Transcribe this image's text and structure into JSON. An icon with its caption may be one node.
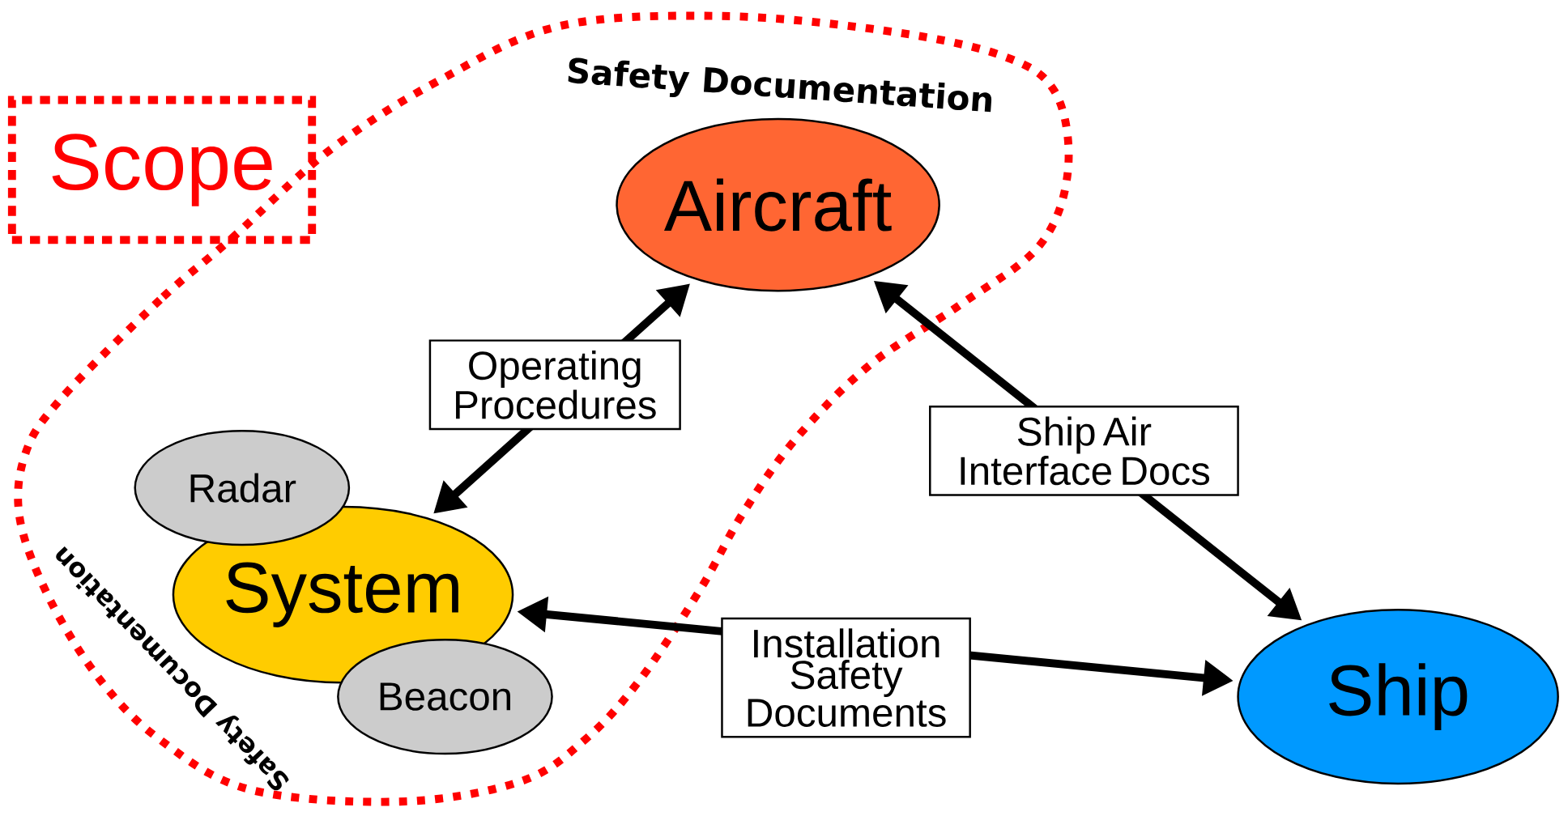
{
  "diagram": {
    "nodes": [
      {
        "text": [
          "Scope"
        ]
      },
      {
        "text": [
          "Safety Documentation",
          "Safety Documentation"
        ]
      },
      {
        "text": [
          "Aircraft"
        ],
        "in": 1
      },
      {
        "text": [
          "System"
        ],
        "in": 1
      },
      {
        "text": [
          "Radar"
        ],
        "in": 1
      },
      {
        "text": [
          "Beacon"
        ],
        "in": 1
      },
      {
        "text": [
          "Ship"
        ]
      }
    ],
    "edges": [
      {
        "from": 3,
        "to": 2,
        "arrow": "both",
        "label": "Operating Procedures"
      },
      {
        "from": 2,
        "to": 6,
        "arrow": "both",
        "label": "Ship Air Interface Docs"
      },
      {
        "from": 3,
        "to": 6,
        "arrow": "both",
        "label": "Installation Safety Documents"
      }
    ]
  }
}
